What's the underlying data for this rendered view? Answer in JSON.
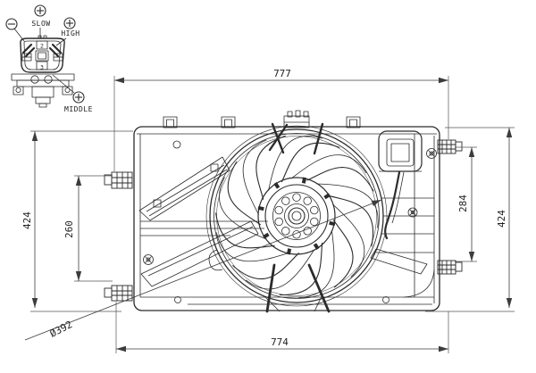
{
  "drawing": {
    "kind": "engine-cooling-fan-assembly-technical-drawing",
    "background": "#ffffff"
  },
  "colors": {
    "line": "#2b2b2b",
    "dimension_line": "#3c3c3c",
    "text": "#1f1f1f"
  },
  "connector": {
    "label_slow": "SLOW",
    "label_high": "HIGH",
    "label_middle": "MIDDLE",
    "pin_top": "2",
    "pin_bottom": "3",
    "polarity_icons": [
      "minus-in-circle",
      "plus-in-circle-slow",
      "plus-in-circle-high",
      "plus-in-circle-middle"
    ]
  },
  "dimensions": {
    "width_top": "777",
    "width_bottom": "774",
    "height_left": "424",
    "inner_left": "260",
    "inner_right": "284",
    "height_right": "424",
    "fan_diameter": "Ø392"
  }
}
